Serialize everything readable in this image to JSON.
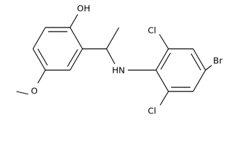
{
  "molecule": {
    "labels": {
      "hydroxyl": "OH",
      "methoxy_oxygen": "O",
      "amine": "HN",
      "chlorine_top": "Cl",
      "chlorine_bottom": "Cl",
      "bromine": "Br"
    }
  },
  "colors": {
    "bond": "#000000",
    "label": "#000000",
    "background": "#ffffff"
  }
}
